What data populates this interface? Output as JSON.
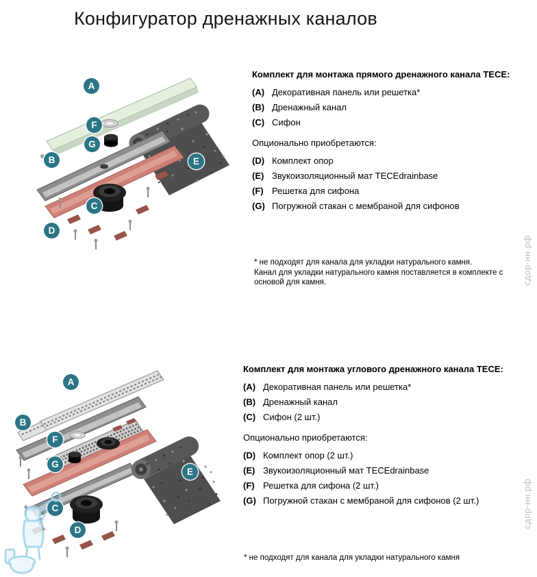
{
  "page": {
    "title": "Конфигуратор дренажных каналов",
    "watermark_text": "сдор-нн.рф"
  },
  "colors": {
    "callout_teal": "#2b7586",
    "tray_salmon": "#ce8076",
    "panel_green": "#e4efde"
  },
  "sections": [
    {
      "heading": "Комплект для монтажа прямого дренажного канала TECE:",
      "items": [
        {
          "key": "(A)",
          "label": "Декоративная панель или решетка*"
        },
        {
          "key": "(B)",
          "label": "Дренажный канал"
        },
        {
          "key": "(C)",
          "label": "Сифон"
        }
      ],
      "optional_heading": "Опционально приобретаются:",
      "optional_items": [
        {
          "key": "(D)",
          "label": "Комплект опор"
        },
        {
          "key": "(E)",
          "label": "Звукоизоляционный мат TECEdrainbase"
        },
        {
          "key": "(F)",
          "label": "Решетка для сифона"
        },
        {
          "key": "(G)",
          "label": "Погружной стакан с мембраной для сифонов"
        }
      ],
      "footnote": "* не подходят для канала для укладки натурального камня.\nКанал для укладки натурального камня поставляется в комплекте с\nосновой для камня.",
      "callouts": {
        "a": "A",
        "b": "B",
        "c": "C",
        "d": "D",
        "e": "E",
        "f": "F",
        "g": "G"
      }
    },
    {
      "heading": "Комплект для монтажа углового дренажного канала TECE:",
      "items": [
        {
          "key": "(A)",
          "label": "Декоративная панель или решетка*"
        },
        {
          "key": "(B)",
          "label": "Дренажный канал"
        },
        {
          "key": "(C)",
          "label": "Сифон (2 шт.)"
        }
      ],
      "optional_heading": "Опционально приобретаются:",
      "optional_items": [
        {
          "key": "(D)",
          "label": "Комплект опор (2 шт.)"
        },
        {
          "key": "(E)",
          "label": "Звукоизоляционный мат TECEdrainbase"
        },
        {
          "key": "(F)",
          "label": "Решетка для сифона (2 шт.)"
        },
        {
          "key": "(G)",
          "label": "Погружной стакан с мембраной для сифонов (2 шт.)"
        }
      ],
      "footnote": "* не подходят для канала для укладки натурального камня",
      "callouts": {
        "a": "A",
        "b": "B",
        "c": "C",
        "d": "D",
        "e": "E",
        "f": "F",
        "g": "G"
      }
    }
  ]
}
